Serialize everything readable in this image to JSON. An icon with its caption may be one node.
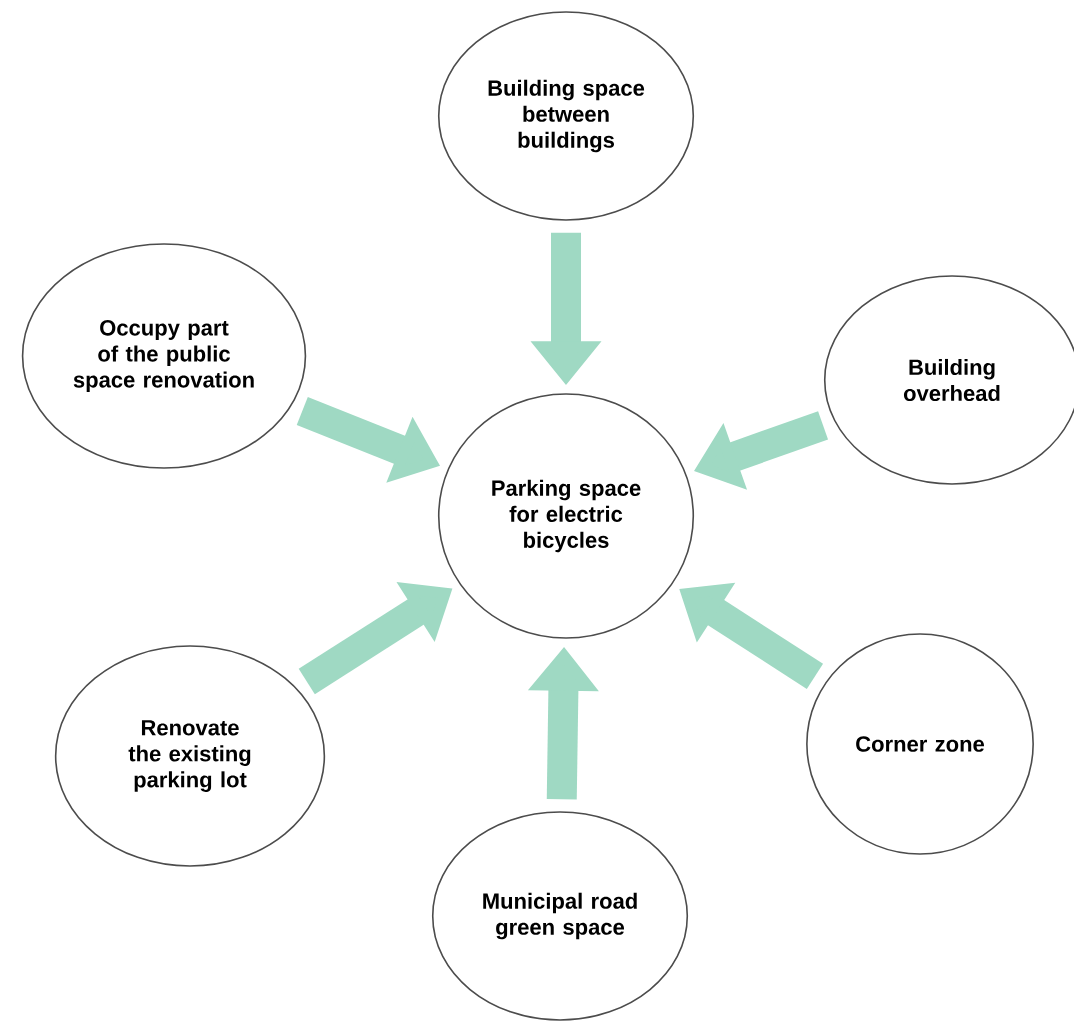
{
  "diagram": {
    "nodes": [
      {
        "text": [
          "Building space between buildings"
        ]
      },
      {
        "text": [
          "Occupy part of the public space renovation"
        ]
      },
      {
        "text": [
          "Building overhead"
        ]
      },
      {
        "text": [
          "Parking space for electric bicycles"
        ]
      },
      {
        "text": [
          "Renovate the existing parking lot"
        ]
      },
      {
        "text": [
          "Corner zone"
        ]
      },
      {
        "text": [
          "Municipal road green space"
        ]
      }
    ],
    "edges": [
      {
        "from": 0,
        "to": 3,
        "arrow": "to"
      },
      {
        "from": 1,
        "to": 3,
        "arrow": "to"
      },
      {
        "from": 2,
        "to": 3,
        "arrow": "to"
      },
      {
        "from": 4,
        "to": 3,
        "arrow": "to"
      },
      {
        "from": 5,
        "to": 3,
        "arrow": "to"
      },
      {
        "from": 6,
        "to": 3,
        "arrow": "to"
      }
    ]
  }
}
